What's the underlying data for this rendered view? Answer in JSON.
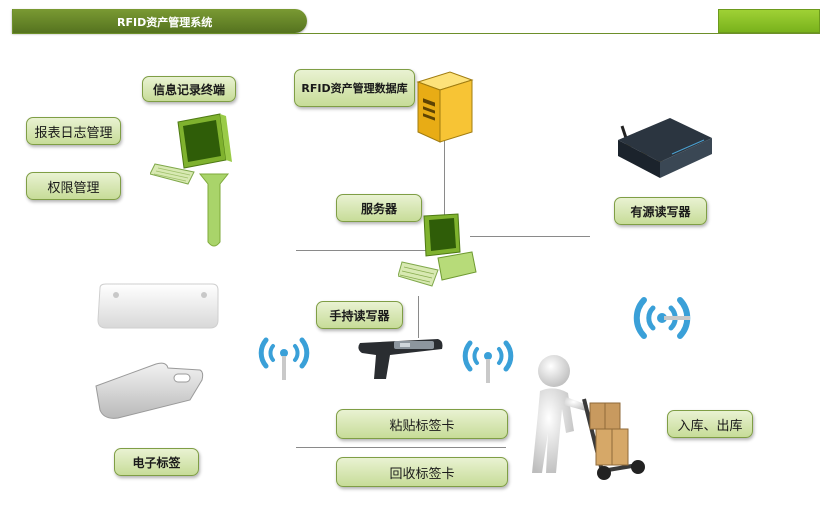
{
  "header": {
    "title": "RFID资产管理系统"
  },
  "labels": {
    "info_terminal": "信息记录终端",
    "report_log": "报表日志管理",
    "permission": "权限管理",
    "database": "RFID资产管理数据库",
    "server": "服务器",
    "active_reader": "有源读写器",
    "handheld_reader": "手持读写器",
    "electronic_tag": "电子标签",
    "paste_tag": "粘贴标签卡",
    "recycle_tag": "回收标签卡",
    "in_out": "入库、出库"
  },
  "icons": [
    "computer-icon",
    "server-tower-icon",
    "reader-device-icon",
    "wireless-signal-icon",
    "handheld-scanner-icon",
    "rfid-tag-icon",
    "person-with-cart-icon"
  ],
  "colors": {
    "header": "#5f7f25",
    "accent": "#8cc63f",
    "signal": "#3aa0d8",
    "pill": "#d6e6b3"
  }
}
